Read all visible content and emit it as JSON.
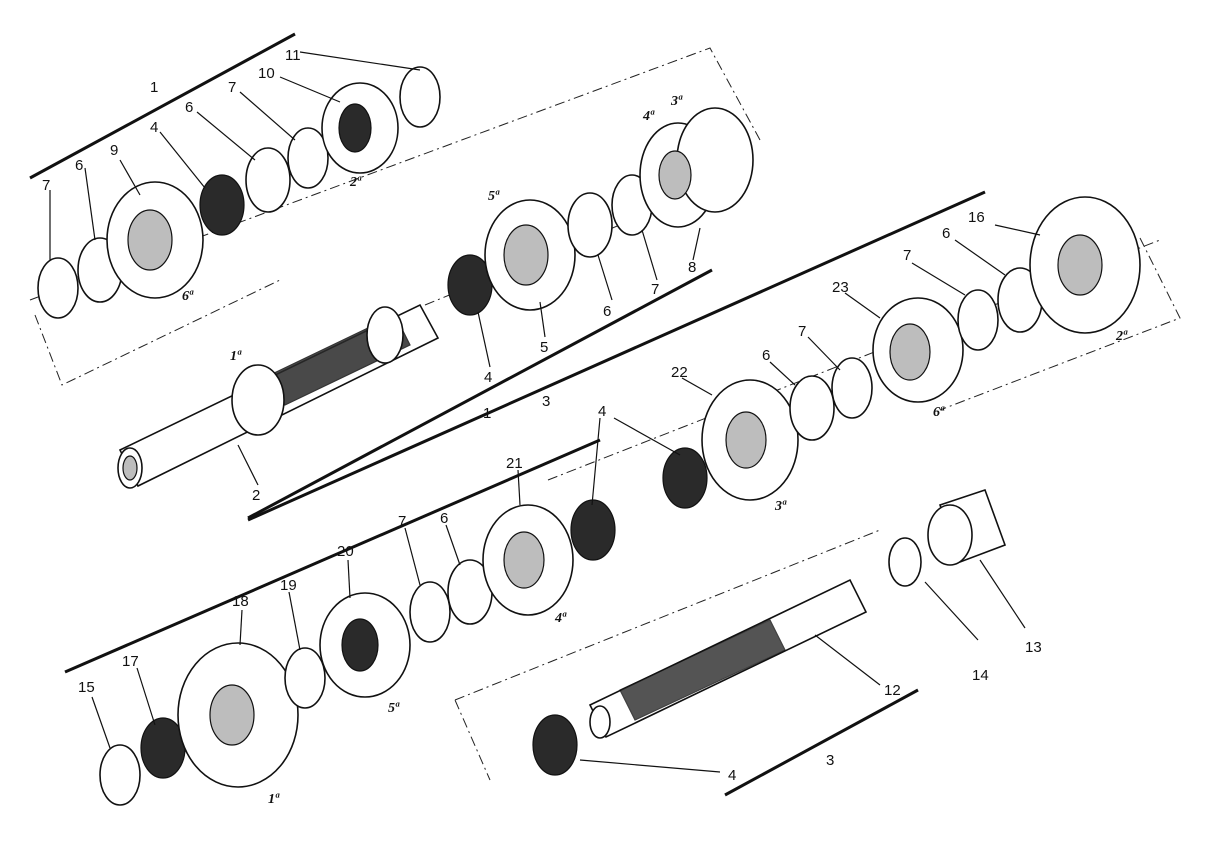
{
  "diagram": {
    "labels": [
      "1",
      "2",
      "3",
      "4",
      "5",
      "6",
      "7",
      "8",
      "9",
      "10",
      "11",
      "12",
      "13",
      "14",
      "15",
      "16",
      "17",
      "18",
      "19",
      "20",
      "21",
      "22",
      "23"
    ],
    "gear_labels": [
      "1ª",
      "2ª",
      "3ª",
      "4ª",
      "5ª",
      "6ª"
    ]
  },
  "callouts": {
    "c1_top": "1",
    "c11": "11",
    "c10": "10",
    "c7a": "7",
    "c6a": "6",
    "c4a": "4",
    "c9": "9",
    "c6b": "6",
    "c7b": "7",
    "g2a": "2ª",
    "g6a": "6ª",
    "g5a": "5ª",
    "g4a": "4ª",
    "g3a": "3ª",
    "c6c": "6",
    "c7c": "7",
    "c8": "8",
    "c5": "5",
    "c4b": "4",
    "c1_mid": "1",
    "g1a": "1ª",
    "c2": "2",
    "c3_mid": "3",
    "c16": "16",
    "c6d": "6",
    "c7d": "7",
    "c23": "23",
    "g2b": "2ª",
    "g6b": "6ª",
    "c6e": "6",
    "c7e": "7",
    "c22": "22",
    "g3b": "3ª",
    "c4c": "4",
    "c21": "21",
    "c6f": "6",
    "c7f": "7",
    "c20": "20",
    "g4b": "4ª",
    "c18": "18",
    "c19": "19",
    "c17": "17",
    "c15": "15",
    "g5b": "5ª",
    "g1b": "1ª",
    "c13": "13",
    "c14": "14",
    "c12": "12",
    "c4d": "4",
    "c3_bot": "3"
  }
}
